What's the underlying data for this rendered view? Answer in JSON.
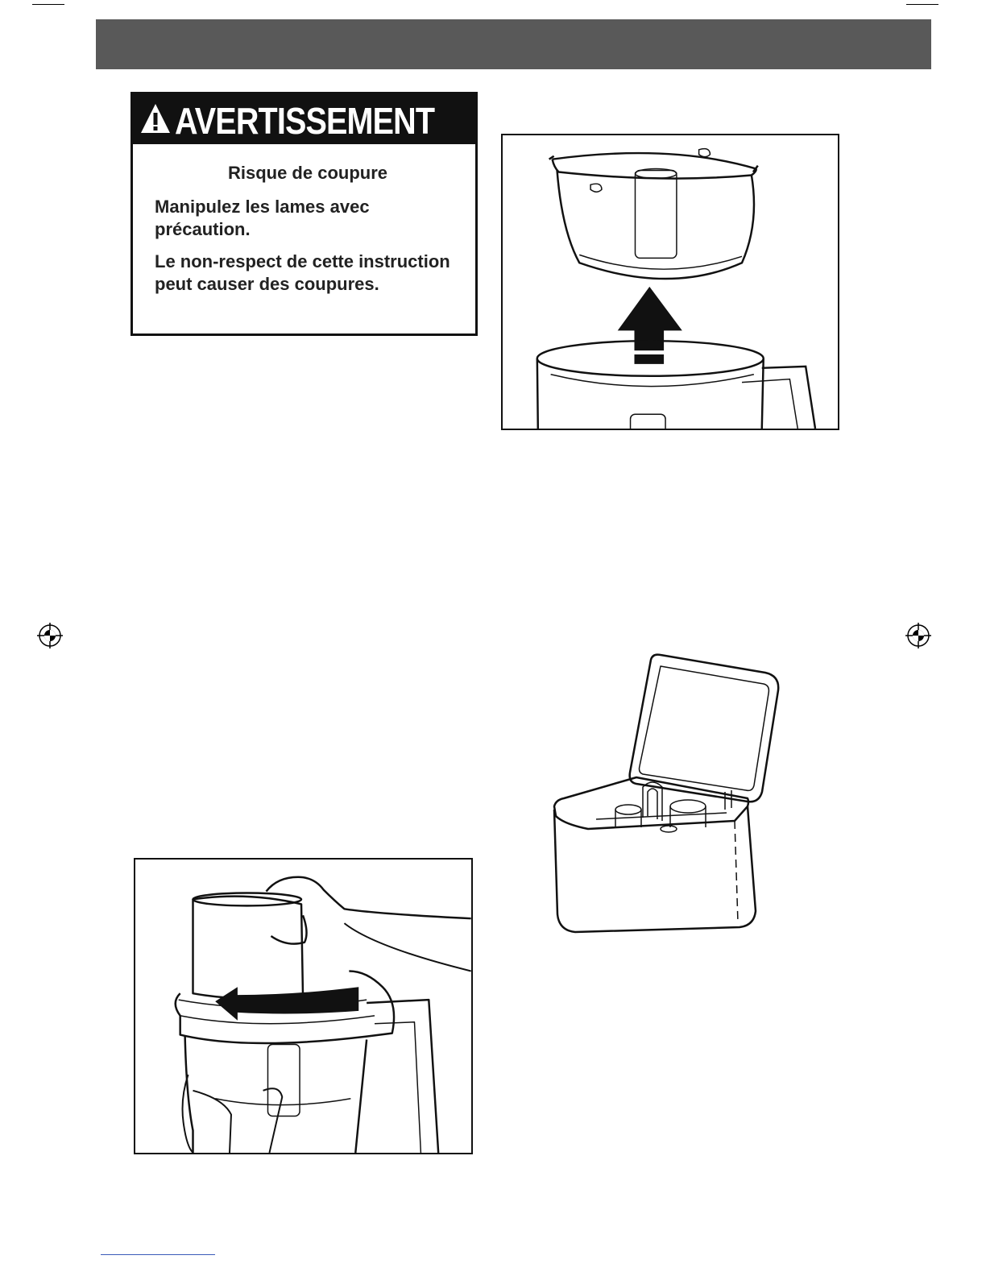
{
  "warning": {
    "title": "AVERTISSEMENT",
    "heading": "Risque de coupure",
    "line1": "Manipulez les lames avec précaution.",
    "line2": "Le non-respect de cette instruction peut causer des coupures."
  },
  "icons": {
    "warning": "warning-triangle-icon",
    "registration": "registration-mark-icon"
  },
  "colors": {
    "header_bar": "#595959",
    "warning_header": "#111111"
  }
}
